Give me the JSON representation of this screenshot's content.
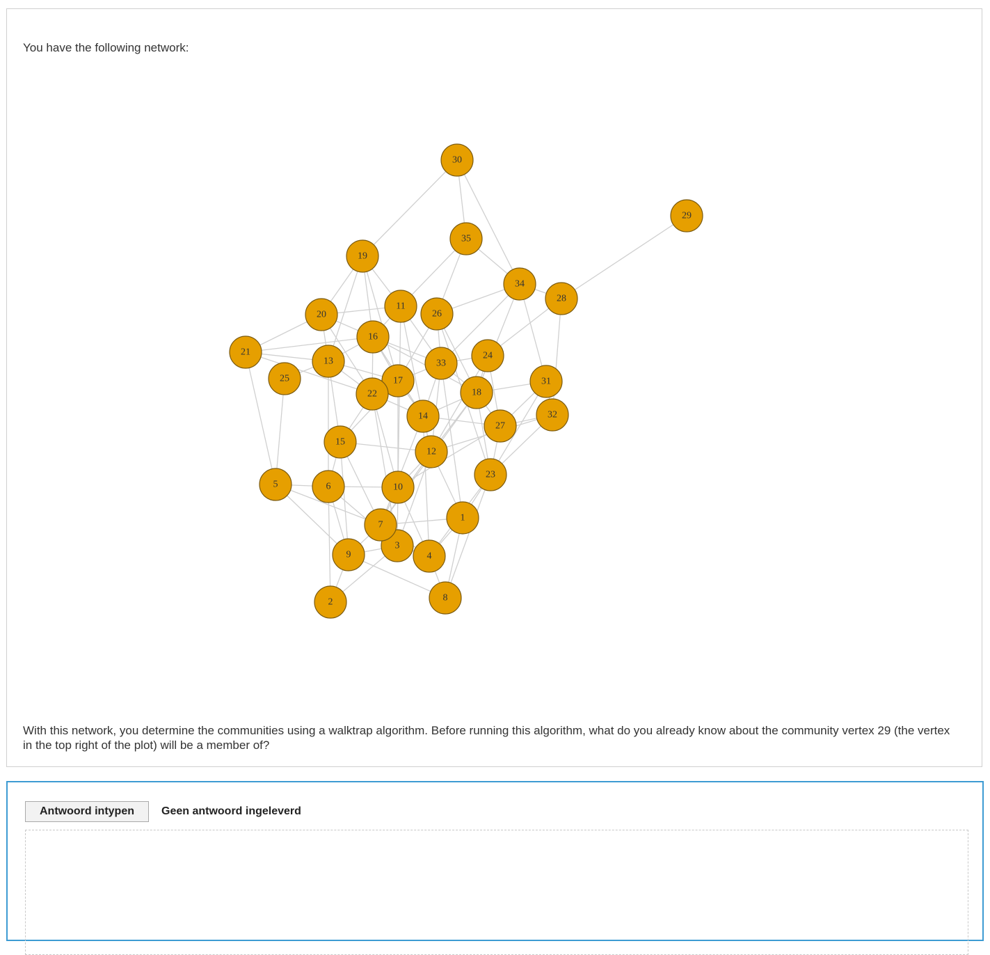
{
  "question": {
    "intro": "You have the following network:",
    "text": "With this network, you determine the communities using a walktrap algorithm. Before running this algorithm, what do you already know about the community vertex 29 (the vertex in the top right of the plot) will be a member of?"
  },
  "answer": {
    "button_label": "Antwoord intypen",
    "status": "Geen antwoord ingeleverd"
  },
  "colors": {
    "node_fill": "#e69f00",
    "edge": "#d0d0d0",
    "answer_border": "#3d9bd3"
  },
  "network": {
    "nodes": [
      "1",
      "2",
      "3",
      "4",
      "5",
      "6",
      "7",
      "8",
      "9",
      "10",
      "11",
      "12",
      "13",
      "14",
      "15",
      "16",
      "17",
      "18",
      "19",
      "20",
      "21",
      "22",
      "23",
      "24",
      "25",
      "26",
      "27",
      "28",
      "29",
      "30",
      "31",
      "32",
      "33",
      "34",
      "35"
    ],
    "edges": [
      [
        "30",
        "19"
      ],
      [
        "30",
        "35"
      ],
      [
        "30",
        "34"
      ],
      [
        "29",
        "28"
      ],
      [
        "35",
        "26"
      ],
      [
        "35",
        "11"
      ],
      [
        "35",
        "34"
      ],
      [
        "34",
        "28"
      ],
      [
        "34",
        "26"
      ],
      [
        "34",
        "31"
      ],
      [
        "34",
        "33"
      ],
      [
        "34",
        "18"
      ],
      [
        "28",
        "24"
      ],
      [
        "28",
        "32"
      ],
      [
        "19",
        "20"
      ],
      [
        "19",
        "11"
      ],
      [
        "19",
        "16"
      ],
      [
        "19",
        "17"
      ],
      [
        "19",
        "13"
      ],
      [
        "20",
        "21"
      ],
      [
        "20",
        "11"
      ],
      [
        "20",
        "13"
      ],
      [
        "20",
        "22"
      ],
      [
        "20",
        "16"
      ],
      [
        "21",
        "13"
      ],
      [
        "21",
        "16"
      ],
      [
        "21",
        "5"
      ],
      [
        "21",
        "22"
      ],
      [
        "25",
        "13"
      ],
      [
        "25",
        "5"
      ],
      [
        "11",
        "16"
      ],
      [
        "11",
        "33"
      ],
      [
        "11",
        "14"
      ],
      [
        "11",
        "10"
      ],
      [
        "26",
        "33"
      ],
      [
        "26",
        "18"
      ],
      [
        "26",
        "17"
      ],
      [
        "26",
        "23"
      ],
      [
        "16",
        "13"
      ],
      [
        "16",
        "22"
      ],
      [
        "16",
        "17"
      ],
      [
        "16",
        "33"
      ],
      [
        "16",
        "14"
      ],
      [
        "16",
        "18"
      ],
      [
        "13",
        "22"
      ],
      [
        "13",
        "15"
      ],
      [
        "13",
        "6"
      ],
      [
        "13",
        "17"
      ],
      [
        "33",
        "24"
      ],
      [
        "33",
        "17"
      ],
      [
        "33",
        "18"
      ],
      [
        "33",
        "12"
      ],
      [
        "33",
        "1"
      ],
      [
        "33",
        "14"
      ],
      [
        "24",
        "18"
      ],
      [
        "24",
        "27"
      ],
      [
        "24",
        "12"
      ],
      [
        "31",
        "18"
      ],
      [
        "31",
        "32"
      ],
      [
        "31",
        "27"
      ],
      [
        "31",
        "23"
      ],
      [
        "17",
        "22"
      ],
      [
        "17",
        "14"
      ],
      [
        "17",
        "10"
      ],
      [
        "17",
        "15"
      ],
      [
        "22",
        "15"
      ],
      [
        "22",
        "10"
      ],
      [
        "22",
        "14"
      ],
      [
        "22",
        "3"
      ],
      [
        "18",
        "27"
      ],
      [
        "18",
        "12"
      ],
      [
        "18",
        "14"
      ],
      [
        "18",
        "23"
      ],
      [
        "18",
        "7"
      ],
      [
        "32",
        "27"
      ],
      [
        "32",
        "23"
      ],
      [
        "32",
        "12"
      ],
      [
        "14",
        "12"
      ],
      [
        "14",
        "27"
      ],
      [
        "14",
        "4"
      ],
      [
        "14",
        "7"
      ],
      [
        "27",
        "23"
      ],
      [
        "27",
        "10"
      ],
      [
        "15",
        "12"
      ],
      [
        "15",
        "6"
      ],
      [
        "15",
        "7"
      ],
      [
        "15",
        "9"
      ],
      [
        "12",
        "10"
      ],
      [
        "12",
        "1"
      ],
      [
        "12",
        "7"
      ],
      [
        "12",
        "3"
      ],
      [
        "23",
        "1"
      ],
      [
        "23",
        "4"
      ],
      [
        "23",
        "8"
      ],
      [
        "5",
        "6"
      ],
      [
        "5",
        "9"
      ],
      [
        "5",
        "7"
      ],
      [
        "6",
        "10"
      ],
      [
        "6",
        "9"
      ],
      [
        "6",
        "2"
      ],
      [
        "6",
        "3"
      ],
      [
        "10",
        "7"
      ],
      [
        "10",
        "3"
      ],
      [
        "10",
        "4"
      ],
      [
        "7",
        "3"
      ],
      [
        "7",
        "9"
      ],
      [
        "7",
        "1"
      ],
      [
        "7",
        "4"
      ],
      [
        "3",
        "9"
      ],
      [
        "3",
        "4"
      ],
      [
        "3",
        "2"
      ],
      [
        "1",
        "4"
      ],
      [
        "1",
        "8"
      ],
      [
        "9",
        "2"
      ],
      [
        "9",
        "8"
      ],
      [
        "4",
        "8"
      ]
    ]
  }
}
